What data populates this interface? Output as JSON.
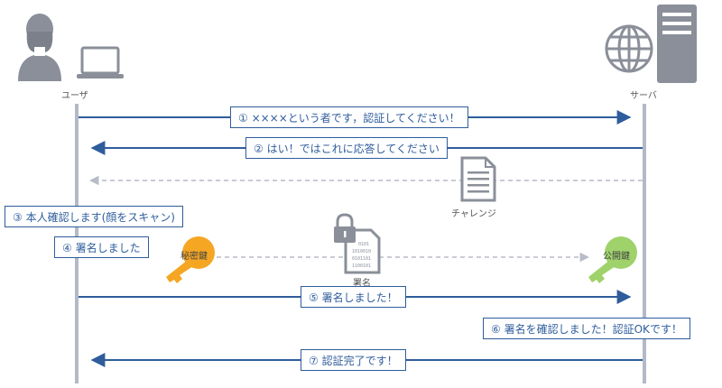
{
  "actors": {
    "user": "ユーザ",
    "server": "サーバ"
  },
  "messages": {
    "m1": "① ××××という者です，認証してください！",
    "m2": "② はい！ではこれに応答してください",
    "challenge": "チャレンジ",
    "m3": "③ 本人確認します(顔をスキャン)",
    "m4": "④ 署名しました",
    "secret_key": "秘密鍵",
    "signature": "署名",
    "public_key": "公開鍵",
    "m5": "⑤ 署名しました！",
    "m6": "⑥ 署名を確認しました！認証OKです！",
    "m7": "⑦ 認証完了です！"
  },
  "colors": {
    "lifeline": "#b3b9c8",
    "arrow": "#2f5d9c",
    "dashed": "#b8bcc6",
    "icon": "#8a8f99",
    "secret_key": "#f5a623",
    "public_key": "#9fd26a"
  }
}
